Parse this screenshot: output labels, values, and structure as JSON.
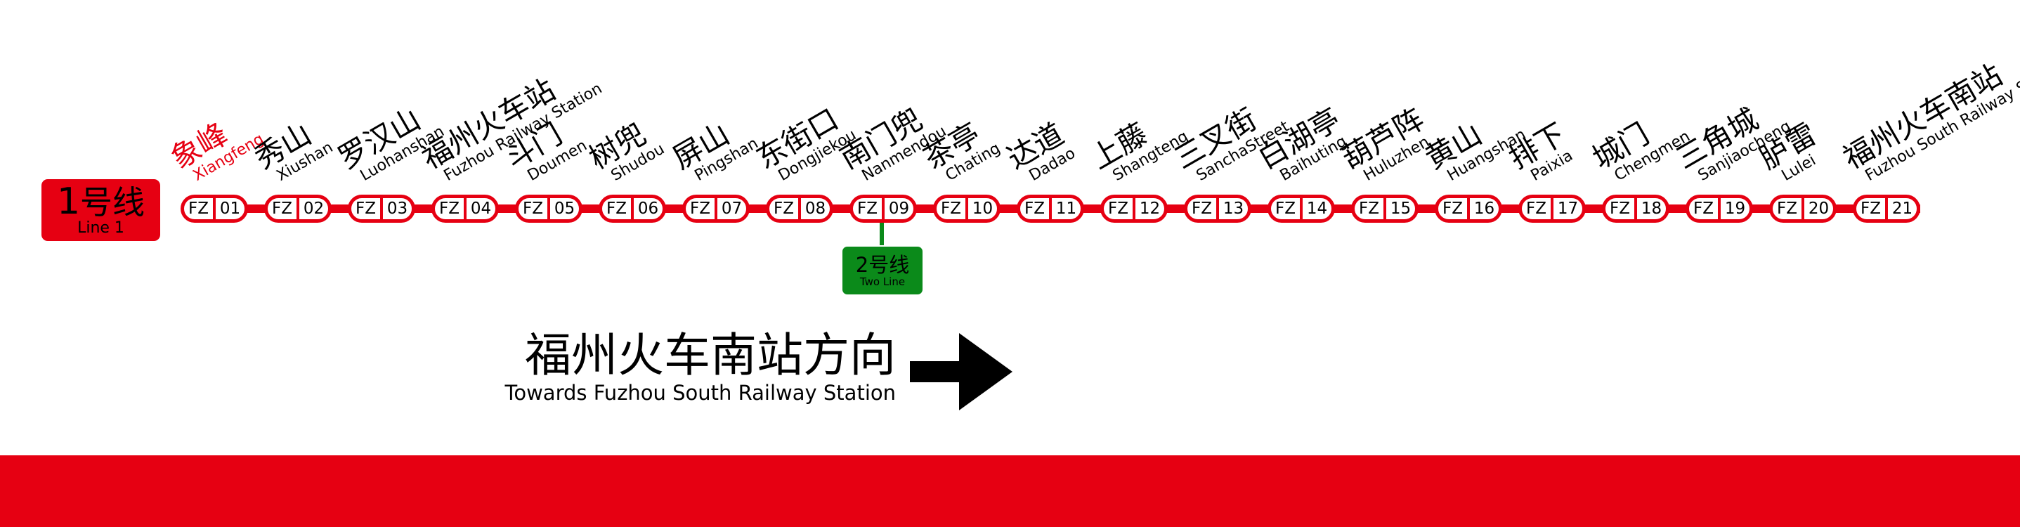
{
  "line": {
    "number": "1",
    "name": "号线",
    "english": "Line 1",
    "color": "#e60012"
  },
  "current_station_index": 0,
  "stations": [
    {
      "cn": "象峰",
      "en": "Xiangfeng",
      "code": "FZ",
      "num": "01"
    },
    {
      "cn": "秀山",
      "en": "Xiushan",
      "code": "FZ",
      "num": "02"
    },
    {
      "cn": "罗汉山",
      "en": "Luohanshan",
      "code": "FZ",
      "num": "03"
    },
    {
      "cn": "福州火车站",
      "en": "Fuzhou Railway Station",
      "code": "FZ",
      "num": "04"
    },
    {
      "cn": "斗门",
      "en": "Doumen",
      "code": "FZ",
      "num": "05"
    },
    {
      "cn": "树兜",
      "en": "Shudou",
      "code": "FZ",
      "num": "06"
    },
    {
      "cn": "屏山",
      "en": "Pingshan",
      "code": "FZ",
      "num": "07"
    },
    {
      "cn": "东街口",
      "en": "Dongjiekou",
      "code": "FZ",
      "num": "08"
    },
    {
      "cn": "南门兜",
      "en": "Nanmendou",
      "code": "FZ",
      "num": "09"
    },
    {
      "cn": "茶亭",
      "en": "Chating",
      "code": "FZ",
      "num": "10"
    },
    {
      "cn": "达道",
      "en": "Dadao",
      "code": "FZ",
      "num": "11"
    },
    {
      "cn": "上藤",
      "en": "Shangteng",
      "code": "FZ",
      "num": "12"
    },
    {
      "cn": "三叉街",
      "en": "SanchaStreet",
      "code": "FZ",
      "num": "13"
    },
    {
      "cn": "白湖亭",
      "en": "Baihuting",
      "code": "FZ",
      "num": "14"
    },
    {
      "cn": "葫芦阵",
      "en": "Huluzhen",
      "code": "FZ",
      "num": "15"
    },
    {
      "cn": "黄山",
      "en": "Huangshan",
      "code": "FZ",
      "num": "16"
    },
    {
      "cn": "排下",
      "en": "Paixia",
      "code": "FZ",
      "num": "17"
    },
    {
      "cn": "城门",
      "en": "Chengmen",
      "code": "FZ",
      "num": "18"
    },
    {
      "cn": "三角城",
      "en": "Sanjiaocheng",
      "code": "FZ",
      "num": "19"
    },
    {
      "cn": "胪雷",
      "en": "Lulei",
      "code": "FZ",
      "num": "20"
    },
    {
      "cn": "福州火车南站",
      "en": "Fuzhou South Railway Station",
      "code": "FZ",
      "num": "21"
    }
  ],
  "transfer": {
    "station_num": "09",
    "number": "2",
    "name": "号线",
    "english": "Two Line",
    "color": "#0b8a1a"
  },
  "direction": {
    "cn": "福州火车南站方向",
    "en": "Towards Fuzhou South Railway Station",
    "arrow_icon": "arrow-right-icon"
  }
}
